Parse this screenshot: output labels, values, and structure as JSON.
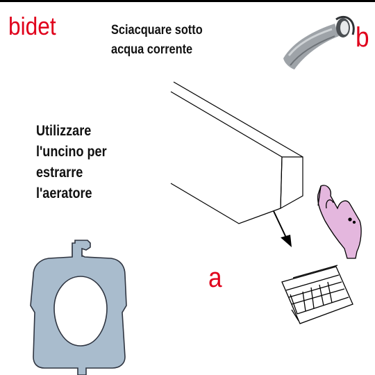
{
  "labels": {
    "section": "bidet",
    "letter_b": "b",
    "letter_a": "a"
  },
  "instructions": {
    "rinse_line1": "Sciacquare sotto",
    "rinse_line2": "acqua corrente",
    "hook_lines": [
      "Utilizzare",
      "l'uncino per",
      "estrarre",
      "l'aeratore"
    ]
  },
  "colors": {
    "label_red": "#e0001b",
    "hook_tool_fill": "#a9bccd",
    "hand_fill": "#e4b7de",
    "rule": "#000000"
  },
  "icons": {
    "faucet": "faucet-icon",
    "tool": "aerator-hook-tool",
    "spout": "spout-illustration",
    "hand": "hand-icon",
    "aerator": "aerator-icon",
    "arrow": "down-arrow-icon"
  }
}
